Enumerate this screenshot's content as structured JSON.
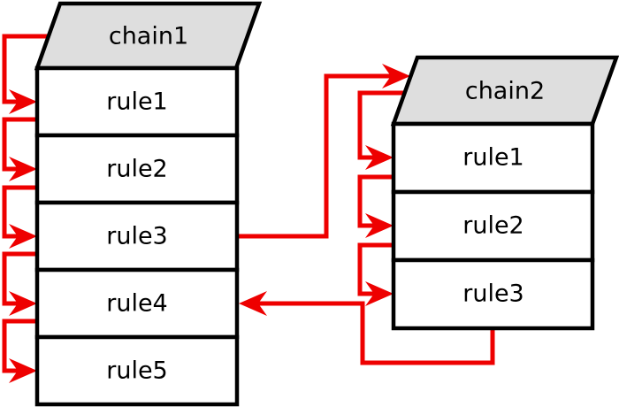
{
  "colors": {
    "background": "#ffffff",
    "arrow_red": "#ee0000",
    "header_fill": "#dedede",
    "rule_fill": "#ffffff",
    "border_black": "#000000",
    "text_black": "#000000"
  },
  "chain1": {
    "title": "chain1",
    "rules": [
      "rule1",
      "rule2",
      "rule3",
      "rule4",
      "rule5"
    ]
  },
  "chain2": {
    "title": "chain2",
    "rules": [
      "rule1",
      "rule2",
      "rule3"
    ]
  },
  "flow": [
    {
      "from": "chain1",
      "to": "chain1/rule1",
      "kind": "next"
    },
    {
      "from": "chain1/rule1",
      "to": "chain1/rule2",
      "kind": "next"
    },
    {
      "from": "chain1/rule2",
      "to": "chain1/rule3",
      "kind": "next"
    },
    {
      "from": "chain1/rule3",
      "to": "chain1/rule4",
      "kind": "next"
    },
    {
      "from": "chain1/rule4",
      "to": "chain1/rule5",
      "kind": "next"
    },
    {
      "from": "chain1/rule3",
      "to": "chain2",
      "kind": "jump"
    },
    {
      "from": "chain2",
      "to": "chain2/rule1",
      "kind": "next"
    },
    {
      "from": "chain2/rule1",
      "to": "chain2/rule2",
      "kind": "next"
    },
    {
      "from": "chain2/rule2",
      "to": "chain2/rule3",
      "kind": "next"
    },
    {
      "from": "chain2/rule3",
      "to": "chain1/rule4",
      "kind": "return"
    }
  ]
}
